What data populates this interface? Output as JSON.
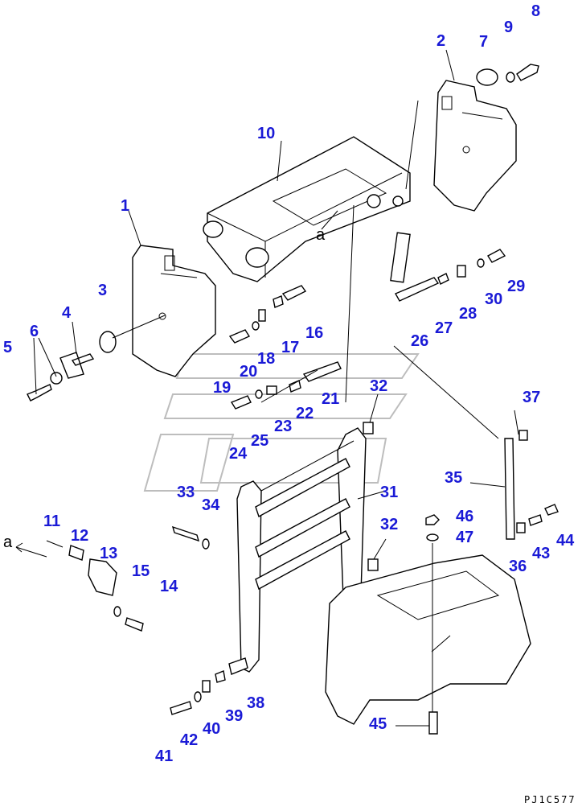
{
  "diagram": {
    "drawing_code": "PJ1C577",
    "direction_marker": "a",
    "callouts": [
      "1",
      "2",
      "3",
      "4",
      "5",
      "6",
      "7",
      "8",
      "9",
      "10",
      "11",
      "12",
      "13",
      "14",
      "15",
      "16",
      "17",
      "18",
      "19",
      "20",
      "21",
      "22",
      "23",
      "24",
      "25",
      "26",
      "27",
      "28",
      "29",
      "30",
      "31",
      "32",
      "32",
      "33",
      "34",
      "35",
      "36",
      "37",
      "38",
      "39",
      "40",
      "41",
      "42",
      "43",
      "44",
      "45",
      "46",
      "47"
    ]
  }
}
